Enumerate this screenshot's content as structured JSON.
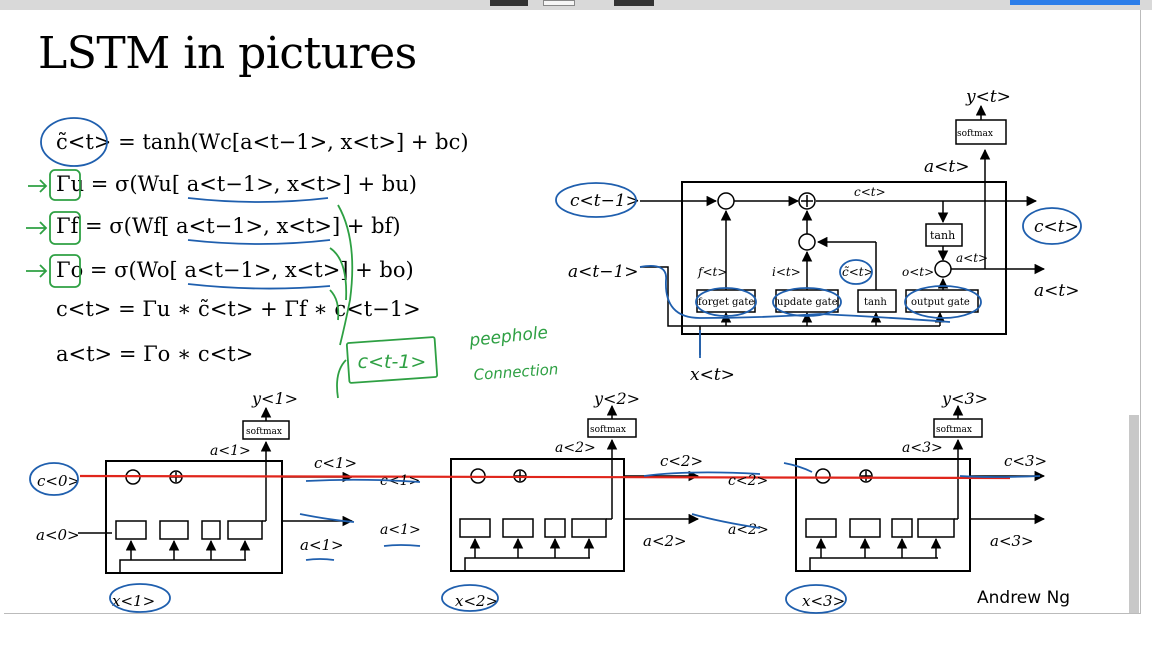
{
  "slide": {
    "title": "LSTM in pictures",
    "credit": "Andrew Ng",
    "equations": [
      "c̃<t> = tanh(Wc[a<t−1>, x<t>] + bc)",
      "Γu = σ(Wu[ a<t−1>, x<t>] + bu)",
      "Γf = σ(Wf[ a<t−1>, x<t>] + bf)",
      "Γo = σ(Wo[ a<t−1>, x<t>] + bo)",
      "c<t> =  Γu ∗ c̃<t> + Γf ∗ c<t−1>",
      "a<t> = Γo ∗ c<t>"
    ]
  },
  "annotations": {
    "peephole": "peephole",
    "connection": "Connection",
    "c_prev_box": "c<t-1>"
  },
  "cell_diagram": {
    "c_in": "c<t−1>",
    "a_in": "a<t−1>",
    "x_in": "x<t>",
    "c_out": "c<t>",
    "a_out": "a<t>",
    "y_out": "y<t>",
    "a_up": "a<t>",
    "a_inner": "a<t>",
    "c_inner": "c<t>",
    "softmax": "softmax",
    "tanh_top": "tanh",
    "gates": [
      "forget gate",
      "update gate",
      "tanh",
      "output gate"
    ],
    "gate_symbols": [
      "f<t>",
      "i<t>",
      "c̃<t>",
      "o<t>"
    ]
  },
  "unrolled": {
    "cells": [
      {
        "y": "y<1>",
        "a_up": "a<1>",
        "c_out": "c<1>",
        "a_out": "a<1>",
        "x": "x<1>",
        "softmax": "softmax"
      },
      {
        "y": "y<2>",
        "a_up": "a<2>",
        "c_out": "c<2>",
        "a_out": "a<2>",
        "x": "x<2>",
        "softmax": "softmax"
      },
      {
        "y": "y<3>",
        "a_up": "a<3>",
        "c_out": "c<3>",
        "a_out": "a<3>",
        "x": "x<3>",
        "softmax": "softmax"
      }
    ],
    "c0": "c<0>",
    "a0": "a<0>",
    "handwritten": [
      "c<1>",
      "a<1>",
      "c<2>",
      "a<2>"
    ]
  },
  "colors": {
    "ink_blue": "#1f5fae",
    "ink_green": "#2ea043",
    "red_line": "#e0251b",
    "stroke": "#000000"
  }
}
